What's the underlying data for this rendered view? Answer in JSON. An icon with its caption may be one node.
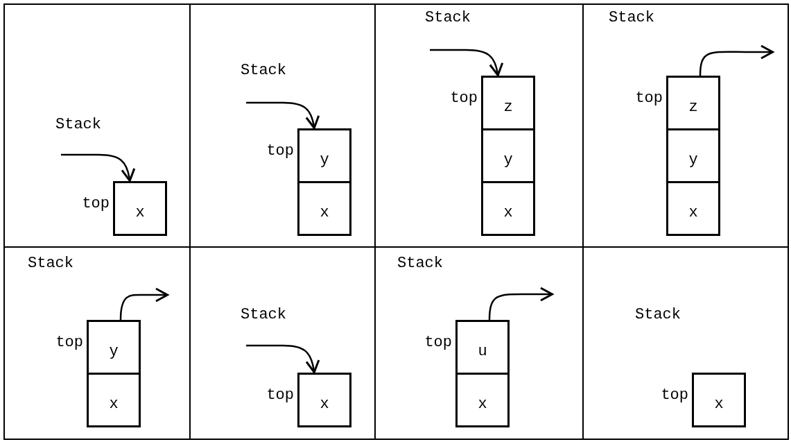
{
  "diagram": {
    "nodes": [
      {
        "text": [
          "Stack"
        ]
      },
      {
        "text": [
          "x"
        ],
        "in": 0,
        "beside": [
          "top"
        ]
      },
      {
        "text": [
          "Stack"
        ]
      },
      {
        "text": [
          "y"
        ],
        "in": 2,
        "beside": [
          "top"
        ]
      },
      {
        "text": [
          "x"
        ],
        "in": 2
      },
      {
        "text": [
          "Stack"
        ]
      },
      {
        "text": [
          "z"
        ],
        "in": 5,
        "beside": [
          "top"
        ]
      },
      {
        "text": [
          "y"
        ],
        "in": 5
      },
      {
        "text": [
          "x"
        ],
        "in": 5
      },
      {
        "text": [
          "Stack"
        ]
      },
      {
        "text": [
          "z"
        ],
        "in": 9,
        "beside": [
          "top"
        ]
      },
      {
        "text": [
          "y"
        ],
        "in": 9
      },
      {
        "text": [
          "x"
        ],
        "in": 9
      },
      {
        "text": [
          "Stack"
        ]
      },
      {
        "text": [
          "y"
        ],
        "in": 13,
        "beside": [
          "top"
        ]
      },
      {
        "text": [
          "x"
        ],
        "in": 13
      },
      {
        "text": [
          "Stack"
        ]
      },
      {
        "text": [
          "x"
        ],
        "in": 16,
        "beside": [
          "top"
        ]
      },
      {
        "text": [
          "Stack"
        ]
      },
      {
        "text": [
          "u"
        ],
        "in": 18,
        "beside": [
          "top"
        ]
      },
      {
        "text": [
          "x"
        ],
        "in": 18
      },
      {
        "text": [
          "Stack"
        ]
      },
      {
        "text": [
          "x"
        ],
        "in": 21,
        "beside": [
          "top"
        ]
      }
    ],
    "edges": [
      {
        "from": null,
        "to": 1,
        "arrow": "to"
      },
      {
        "from": null,
        "to": 3,
        "arrow": "to"
      },
      {
        "from": null,
        "to": 6,
        "arrow": "to"
      },
      {
        "from": 10,
        "to": null,
        "arrow": "to"
      },
      {
        "from": 14,
        "to": null,
        "arrow": "to"
      },
      {
        "from": null,
        "to": 17,
        "arrow": "to"
      },
      {
        "from": 19,
        "to": null,
        "arrow": "to"
      }
    ]
  }
}
